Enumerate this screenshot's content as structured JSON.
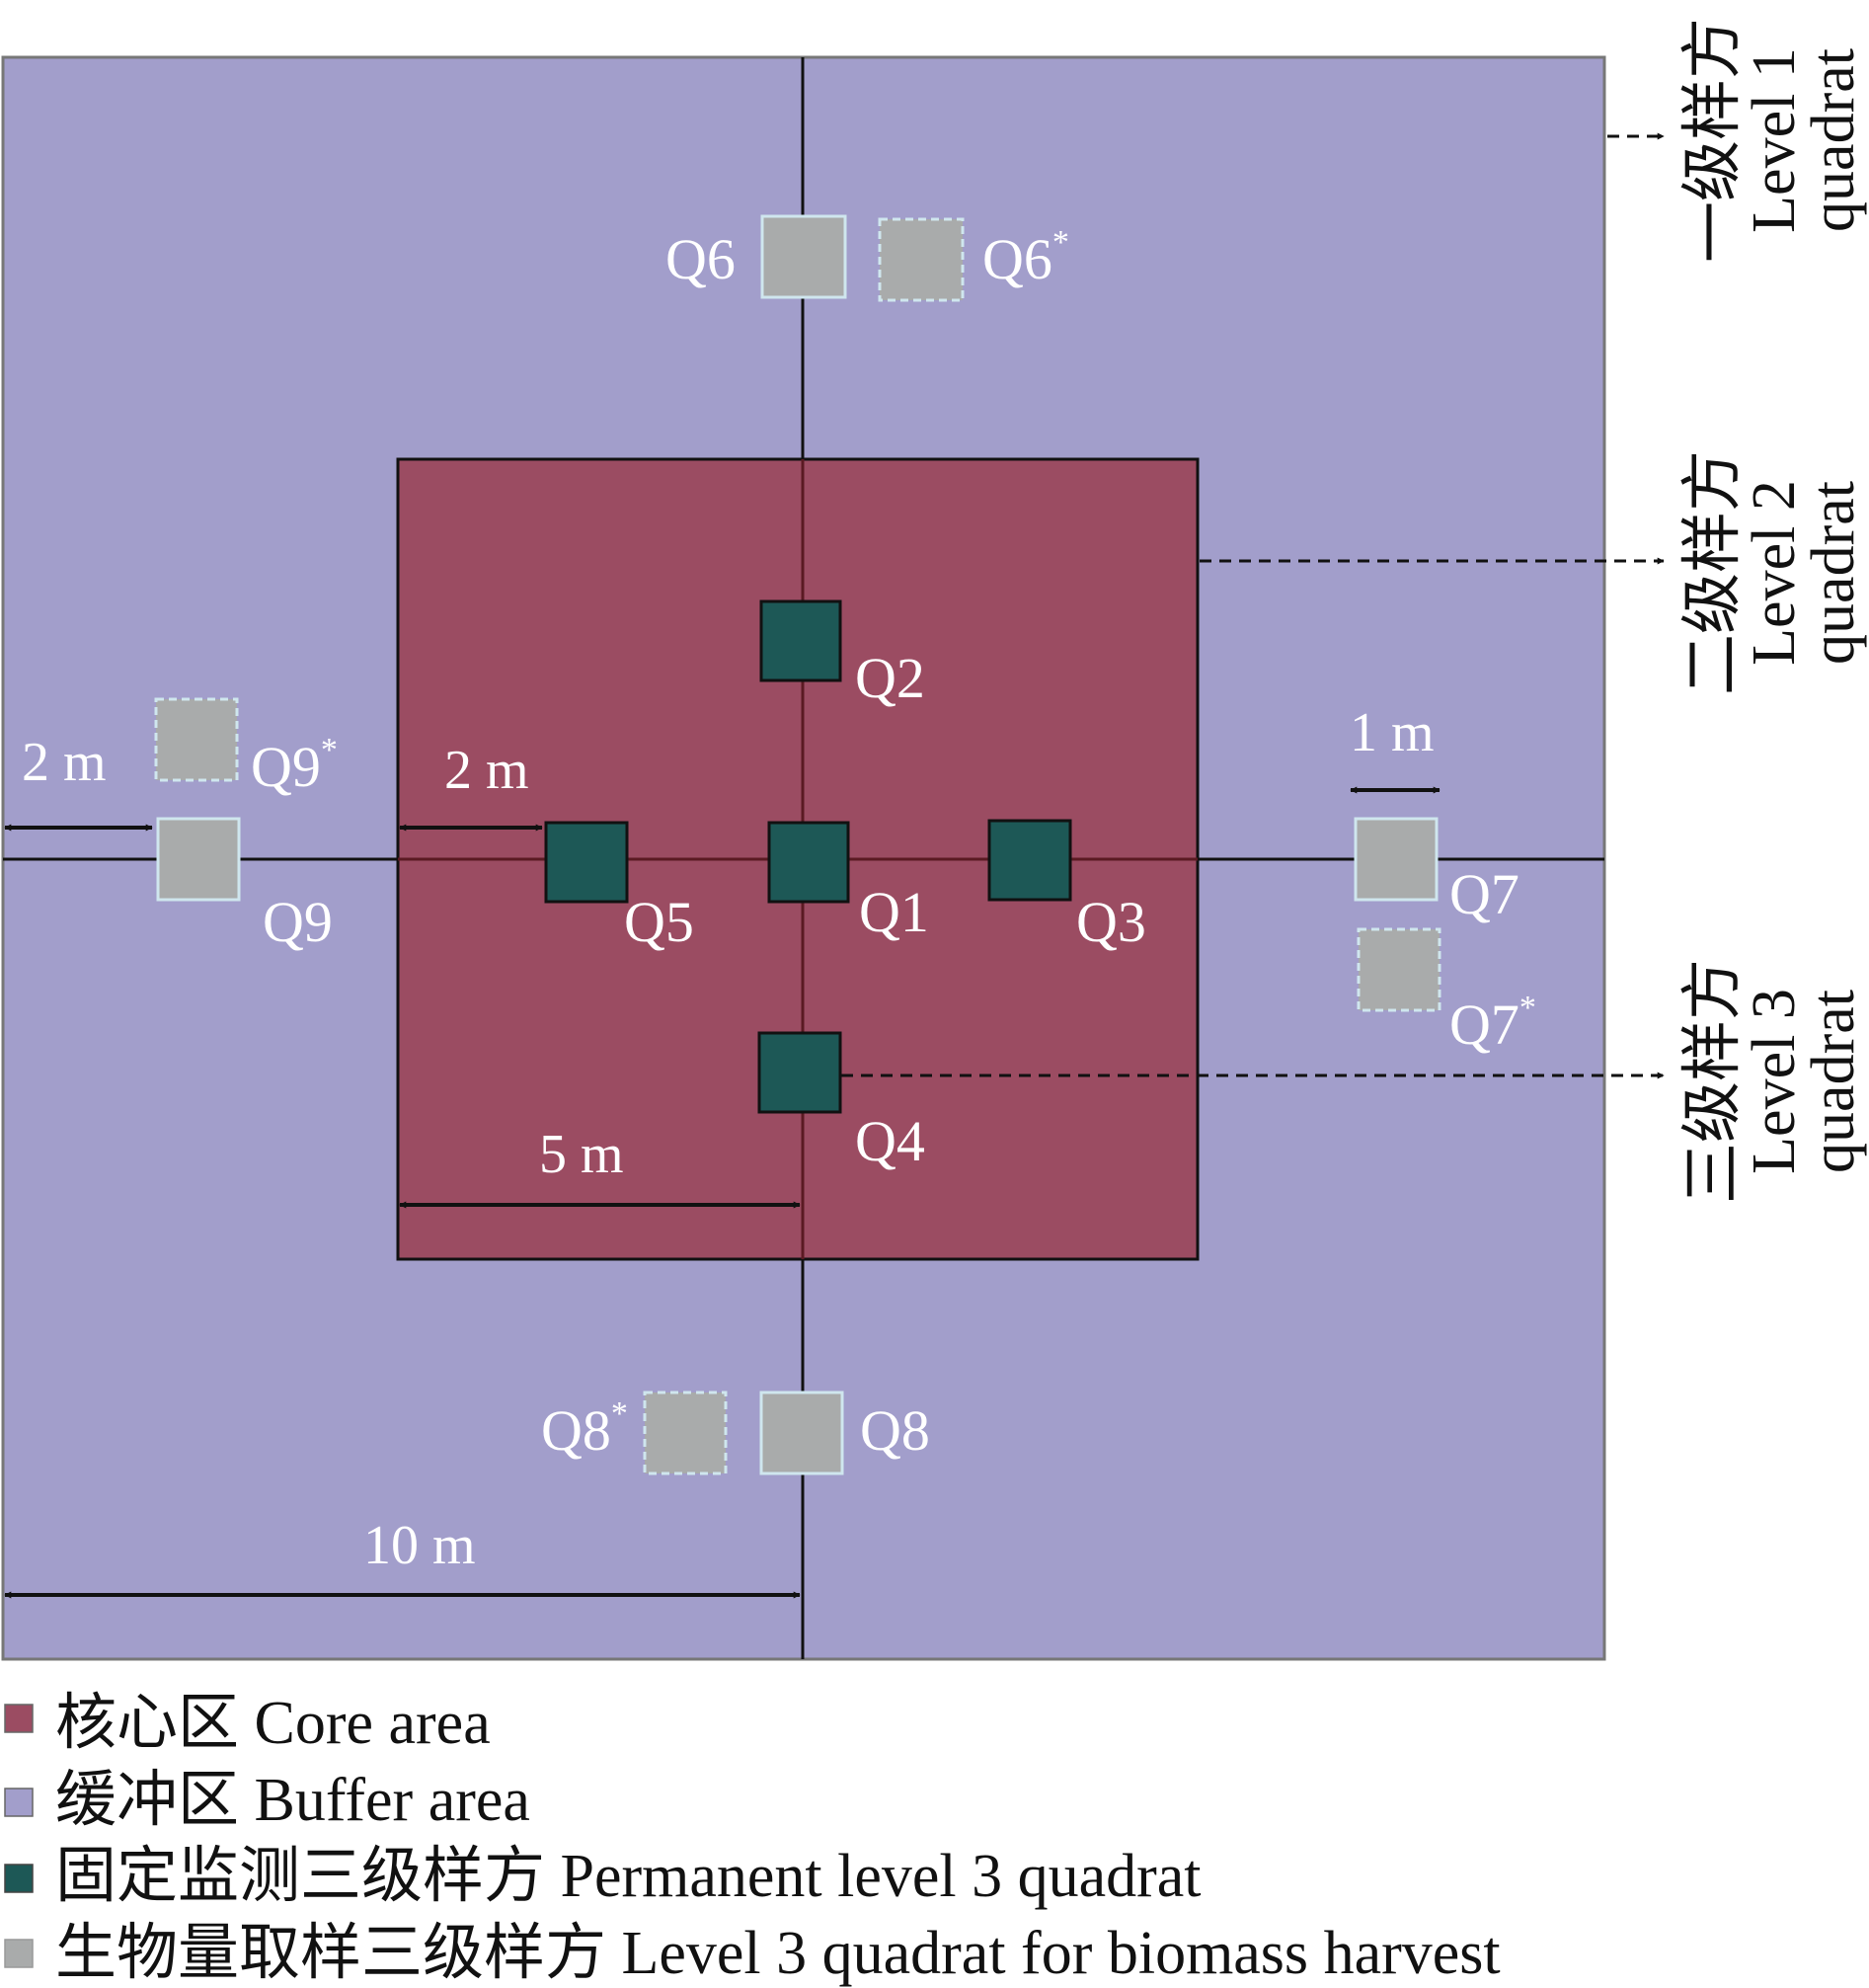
{
  "colors": {
    "buffer": "#a29ecb",
    "core": "#9b4c62",
    "permanent": "#1d5856",
    "biomass": "#a9abab",
    "biomass_border": "#cfe6ee",
    "line": "#111111"
  },
  "quadrats": {
    "q1": "Q1",
    "q2": "Q2",
    "q3": "Q3",
    "q4": "Q4",
    "q5": "Q5",
    "q6": "Q6",
    "q6s": "Q6",
    "q7": "Q7",
    "q7s": "Q7",
    "q8": "Q8",
    "q8s": "Q8",
    "q9": "Q9",
    "q9s": "Q9",
    "star": "*"
  },
  "dimensions": {
    "buffer_left": "2 m",
    "core_left": "2 m",
    "quadrat_width": "1 m",
    "core_half": "5 m",
    "plot_half": "10 m"
  },
  "side_labels": {
    "level1_cn": "一级样方",
    "level1_en": "Level 1",
    "level1_en2": "quadrat",
    "level2_cn": "二级样方",
    "level2_en": "Level 2",
    "level2_en2": "quadrat",
    "level3_cn": "三级样方",
    "level3_en": "Level 3",
    "level3_en2": "quadrat"
  },
  "legend": {
    "core": "核心区 Core area",
    "buffer": "缓冲区 Buffer area",
    "permanent": "固定监测三级样方 Permanent level 3 quadrat",
    "biomass": "生物量取样三级样方 Level 3 quadrat for biomass harvest"
  }
}
